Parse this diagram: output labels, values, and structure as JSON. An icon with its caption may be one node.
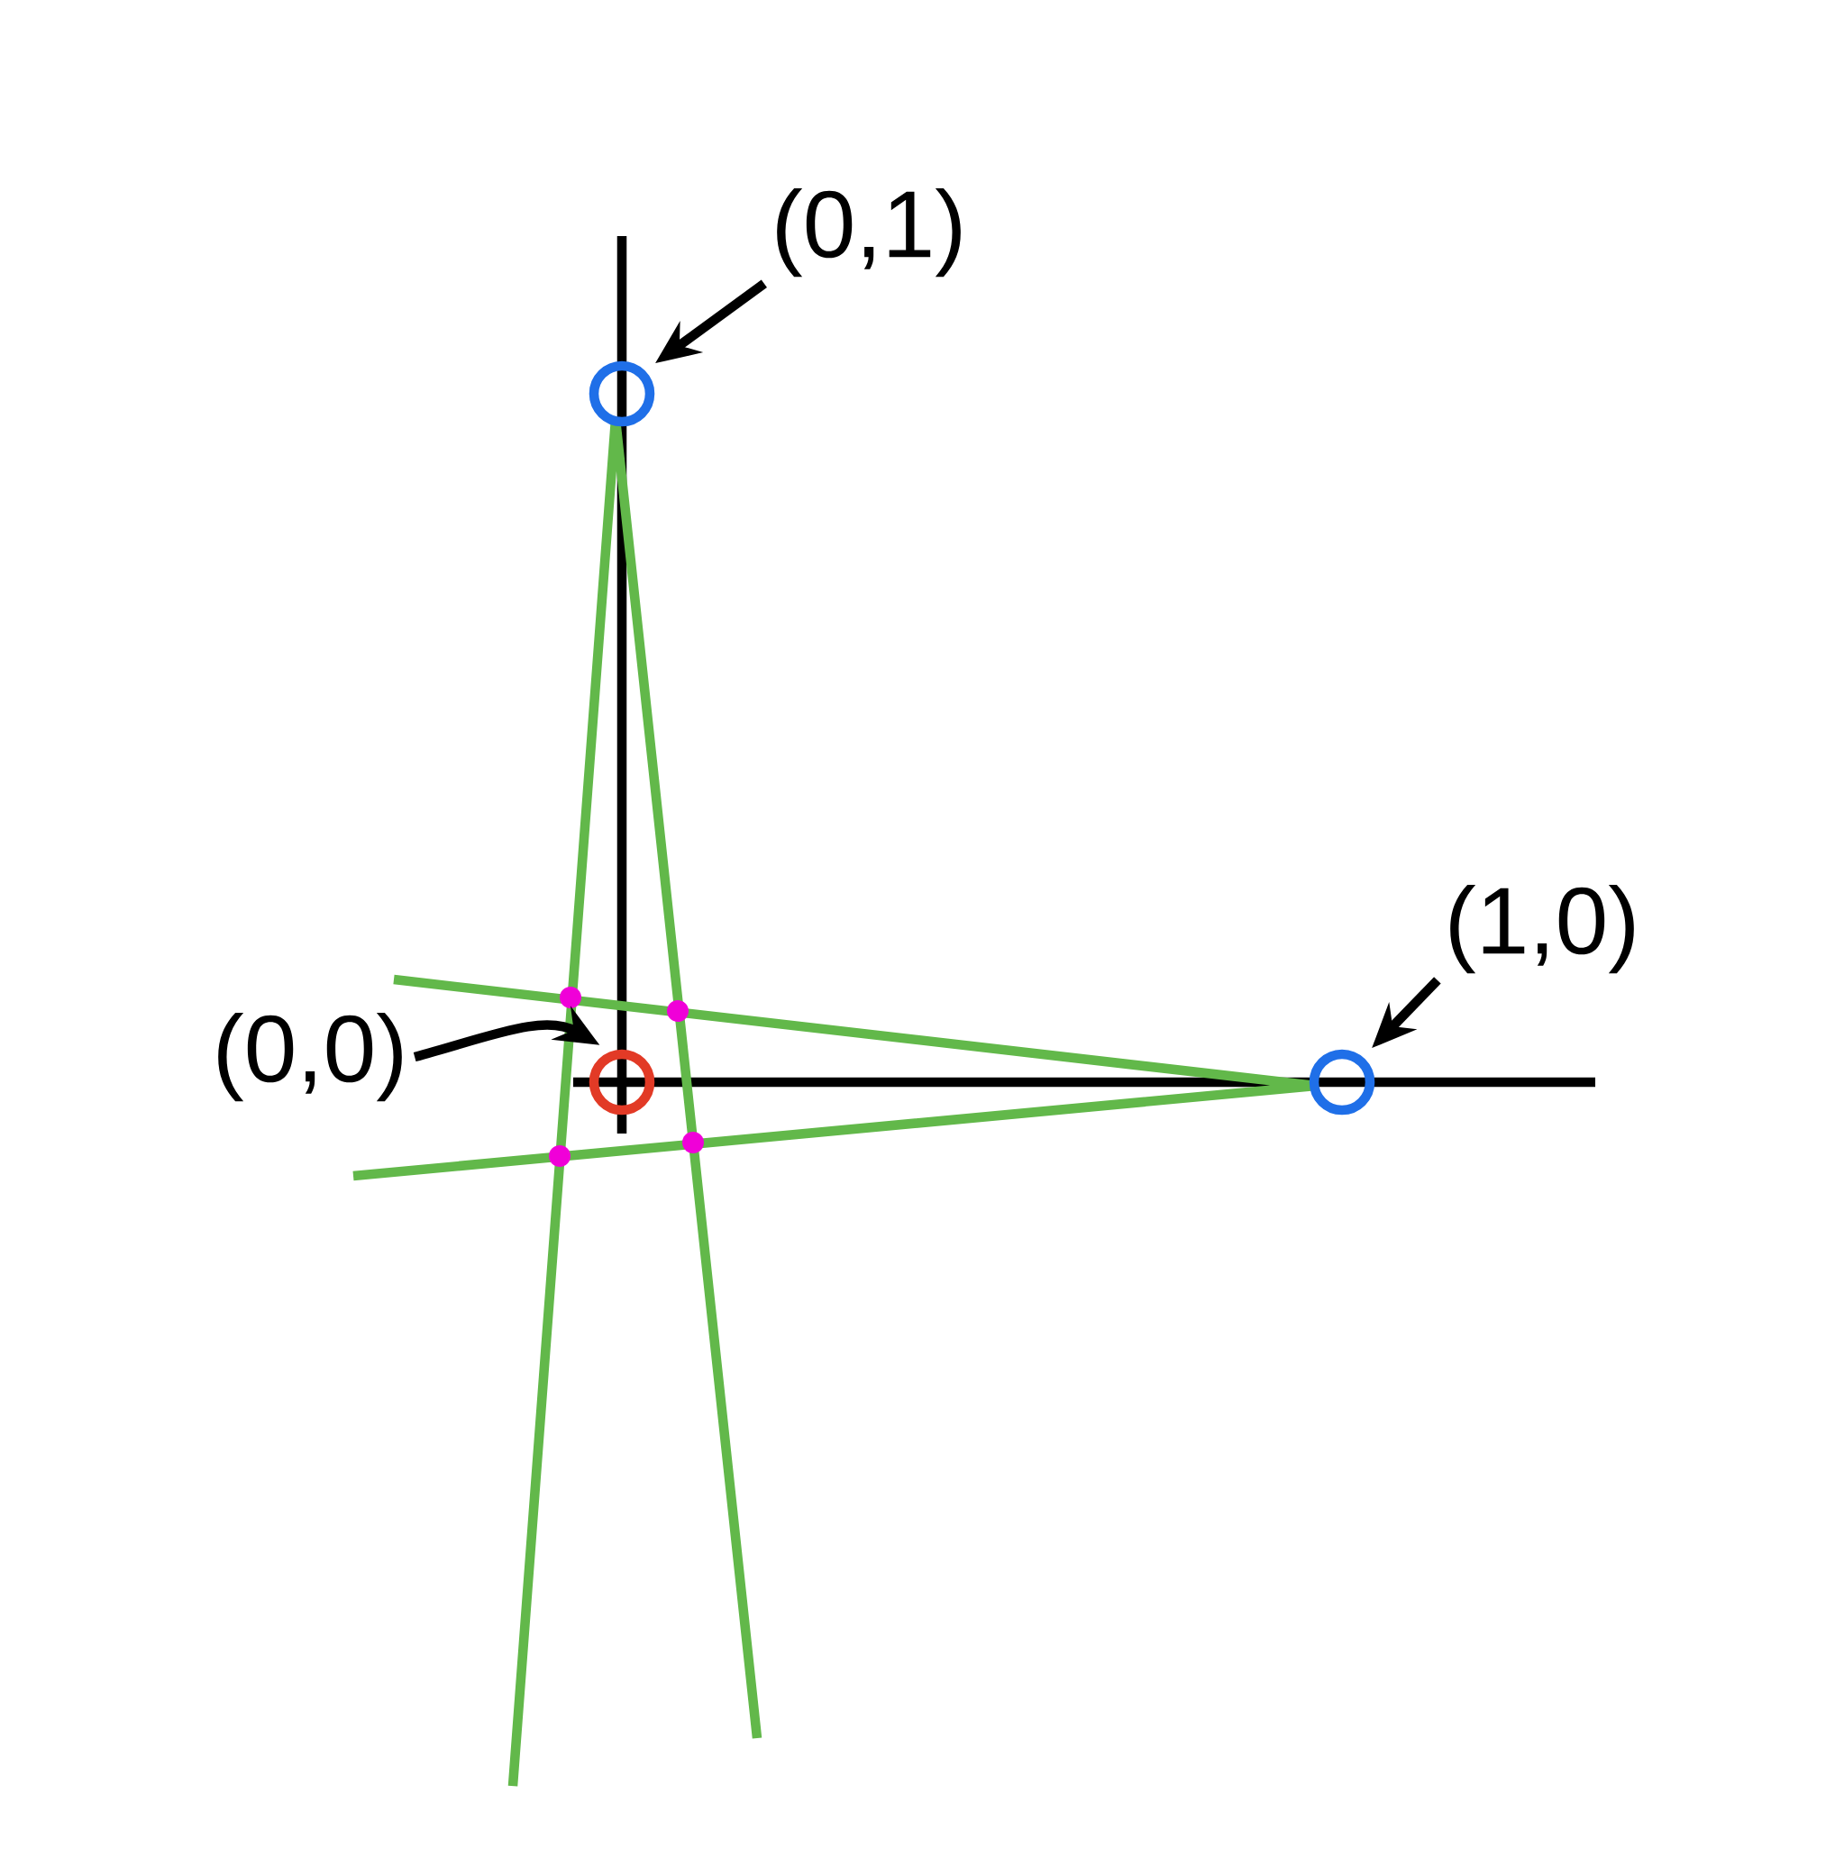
{
  "diagram": {
    "nodes": [
      {
        "text": [
          "(0,1)"
        ]
      },
      {
        "text": [],
        "shape": "circle"
      },
      {
        "text": [
          "(1,0)"
        ]
      },
      {
        "text": [],
        "shape": "circle"
      },
      {
        "text": [
          "(0,0)"
        ]
      },
      {
        "text": [],
        "shape": "circle"
      }
    ],
    "edges": [
      {
        "from": 0,
        "to": 1,
        "arrow": "to"
      },
      {
        "from": 2,
        "to": 3,
        "arrow": "to"
      },
      {
        "from": 4,
        "to": 5,
        "arrow": "to"
      }
    ]
  }
}
